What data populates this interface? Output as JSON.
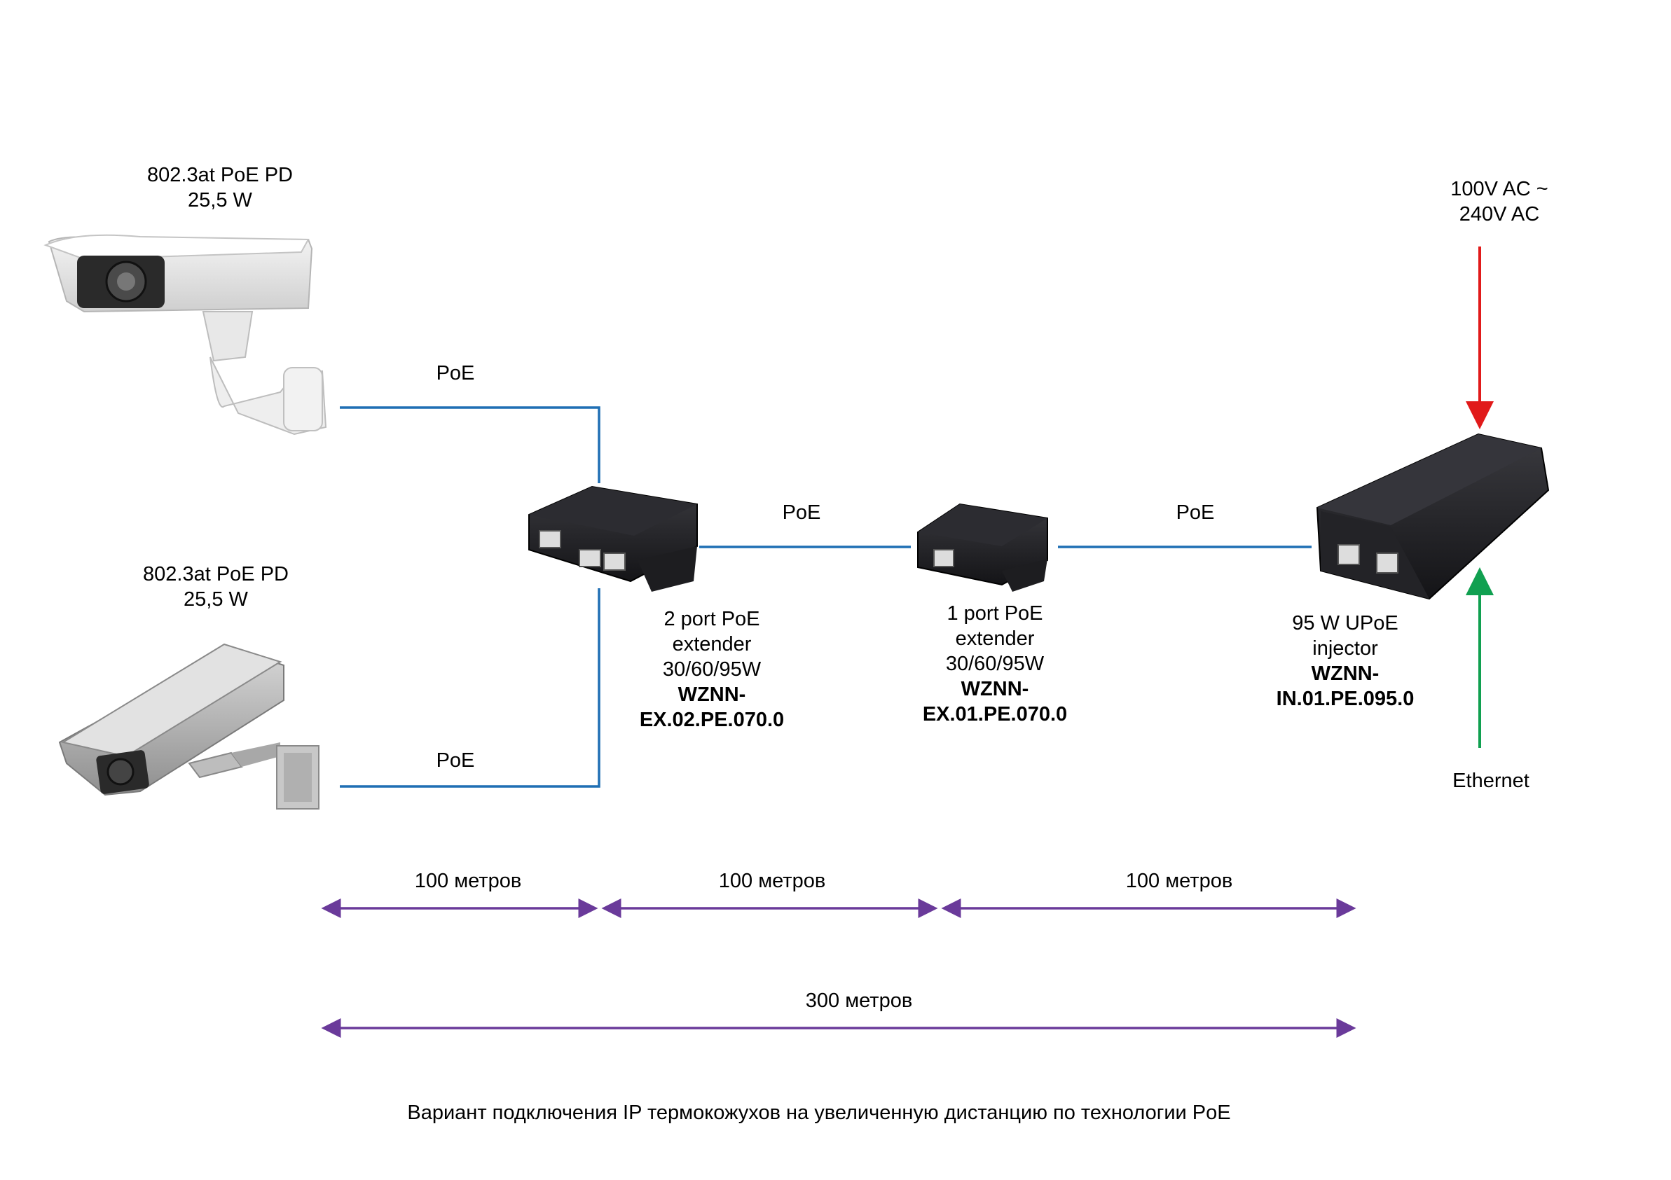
{
  "cameras": [
    {
      "standard": "802.3at PoE PD",
      "power": "25,5 W",
      "link_label": "PoE"
    },
    {
      "standard": "802.3at PoE PD",
      "power": "25,5 W",
      "link_label": "PoE"
    }
  ],
  "extender_2port": {
    "lines": [
      "2 port PoE",
      "extender",
      "30/60/95W"
    ],
    "model": [
      "WZNN-",
      "EX.02.PE.070.0"
    ]
  },
  "link_mid_label": "PoE",
  "extender_1port": {
    "lines": [
      "1 port PoE",
      "extender",
      "30/60/95W"
    ],
    "model": [
      "WZNN-",
      "EX.01.PE.070.0"
    ]
  },
  "link_right_label": "PoE",
  "injector": {
    "lines": [
      "95 W UPoE",
      "injector"
    ],
    "model": [
      "WZNN-",
      "IN.01.PE.095.0"
    ]
  },
  "power_input": [
    "100V AC ~",
    "240V AC"
  ],
  "ethernet_input": "Ethernet",
  "distances": {
    "segments": [
      "100 метров",
      "100 метров",
      "100 метров"
    ],
    "total": "300 метров"
  },
  "caption": "Вариант подключения IP термокожухов на увеличенную дистанцию по технологии PoE",
  "colors": {
    "cable": "#1f6fb4",
    "power_arrow": "#e11a1a",
    "ethernet_arrow": "#10a050",
    "distance_arrow": "#6a3a9a"
  }
}
